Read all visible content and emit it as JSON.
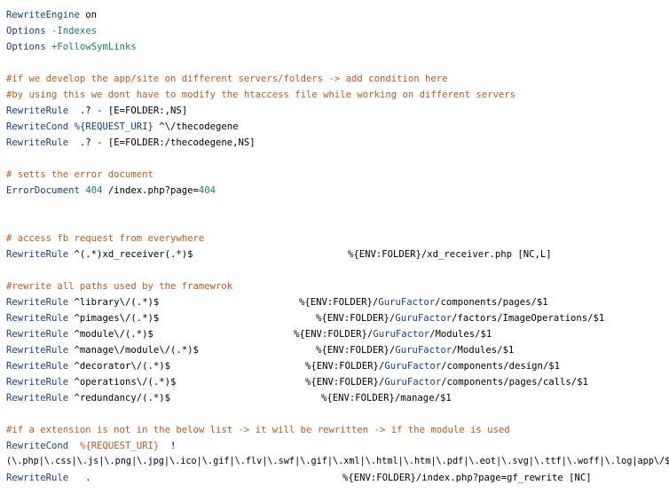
{
  "lines": {
    "l1": {
      "kw": "RewriteEngine",
      "rest": " on"
    },
    "l2": {
      "kw": "Options",
      "sep": " ",
      "flag": "-Indexes"
    },
    "l3": {
      "kw": "Options",
      "sep": " ",
      "flag": "+FollowSymLinks"
    },
    "c1": "#if we develop the app/site on different servers/folders -> add condition here",
    "c2": "#by using this we dont have to modify the htaccess file while working on different servers",
    "r1": {
      "kw": "RewriteRule",
      "rest": "  .? - [E=FOLDER:,NS]"
    },
    "r2": {
      "kw": "RewriteCond",
      "sep": " ",
      "var": "%{REQUEST_URI}",
      "rest": " ^\\/thecodegene"
    },
    "r3": {
      "kw": "RewriteRule",
      "rest": "  .? - [E=FOLDER:/thecodegene,NS]"
    },
    "c3": "# setts the error document",
    "e1": {
      "kw": "ErrorDocument",
      "sep": " ",
      "num": "404",
      "rest": " /index.php?page=",
      "num2": "404"
    },
    "c4": "# access fb request from everywhere",
    "fb": {
      "kw": "RewriteRule",
      "pattern": " ^(.*)xd_receiver(.*)$",
      "var": "%{ENV:FOLDER}",
      "rest": "/xd_receiver.php [NC,L]"
    },
    "c5": "#rewrite all paths used by the framewrok",
    "rules": [
      {
        "pattern": " ^library\\/(.*)$",
        "target_a": "/",
        "name": "GuruFactor",
        "target_b": "/components/pages/$1"
      },
      {
        "pattern": " ^pimages\\/(.*)$",
        "target_a": "/",
        "name": "GuruFactor",
        "target_b": "/factors/ImageOperations/$1"
      },
      {
        "pattern": " ^module\\/(.*)$",
        "target_a": "/",
        "name": "GuruFactor",
        "target_b": "/Modules/$1"
      },
      {
        "pattern": " ^manage\\/module\\/(.*)$",
        "target_a": "/",
        "name": "GuruFactor",
        "target_b": "/Modules/$1"
      },
      {
        "pattern": " ^decorator\\/(.*)$",
        "target_a": "/",
        "name": "GuruFactor",
        "target_b": "/components/design/$1"
      },
      {
        "pattern": " ^operations\\/(.*)$",
        "target_a": "/",
        "name": "GuruFactor",
        "target_b": "/components/pages/calls/$1"
      },
      {
        "pattern": " ^redundancy/(.*)$",
        "target_a": "/manage/$1",
        "name": "",
        "target_b": ""
      }
    ],
    "rule_kw": "RewriteRule",
    "env_var": "%{ENV:FOLDER}",
    "c6": "#if a extension is not in the below list -> it will be rewritten -> if the module is used",
    "x1": {
      "kw": "RewriteCond",
      "sep": "  ",
      "var": "%{REQUEST_URI}",
      "rest": "  !"
    },
    "x2": "(\\.php|\\.css|\\.js|\\.png|\\.jpg|\\.ico|\\.gif|\\.flv|\\.swf|\\.gif|\\.xml|\\.html|\\.htm|\\.pdf|\\.eot|\\.svg|\\.ttf|\\.woff|\\.log|app\\/$)",
    "x3": {
      "kw": "RewriteRule",
      "pattern": "   .",
      "var": "%{ENV:FOLDER}",
      "rest": "/index.php?page=gf_rewrite [NC]"
    }
  },
  "colors": {
    "keyword": "#1b3f7a",
    "comment": "#b35a1f",
    "number": "#1c7a74"
  }
}
